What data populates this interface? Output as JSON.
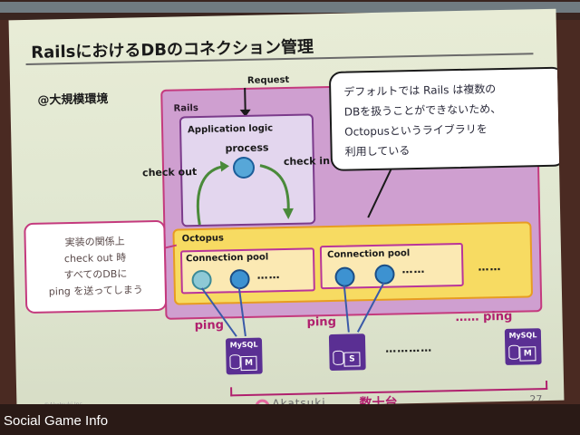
{
  "slide": {
    "title": "RailsにおけるDBのコネクション管理",
    "subtitle": "@大規模環境",
    "page_number": "27",
    "copyright": "©Akatsuki Inc.",
    "logo_text": "Akatsuki"
  },
  "diagram": {
    "request": "Request",
    "rails": "Rails",
    "app_logic": "Application logic",
    "process": "process",
    "check_out": "check out",
    "check_in": "check in",
    "octopus": "Octopus",
    "pool1": "Connection pool",
    "pool2": "Connection pool",
    "dots": "……",
    "ping_labels": [
      "ping",
      "ping",
      "…… ping"
    ],
    "db_names": [
      "MySQL",
      "MySQL"
    ],
    "db_badges": [
      "M",
      "S",
      "M"
    ],
    "db_dots": "…………",
    "db_count": "数十台"
  },
  "callouts": {
    "left": [
      "実装の関係上",
      "check out 時",
      "すべてのDBに",
      "ping を送ってしまう"
    ],
    "right": [
      "デフォルトでは Rails は複数の",
      "DBを扱うことができないため、",
      "Octopusというライブラリを",
      "利用している"
    ]
  },
  "watermark": "Social Game Info",
  "colors": {
    "rails_fill": "#cf9fd0",
    "octopus_fill": "#f7db62",
    "accent": "#b0206e",
    "db_purple": "#5a2f93",
    "node_blue": "#3d92d1",
    "arrow_green": "#4a8a3a"
  }
}
